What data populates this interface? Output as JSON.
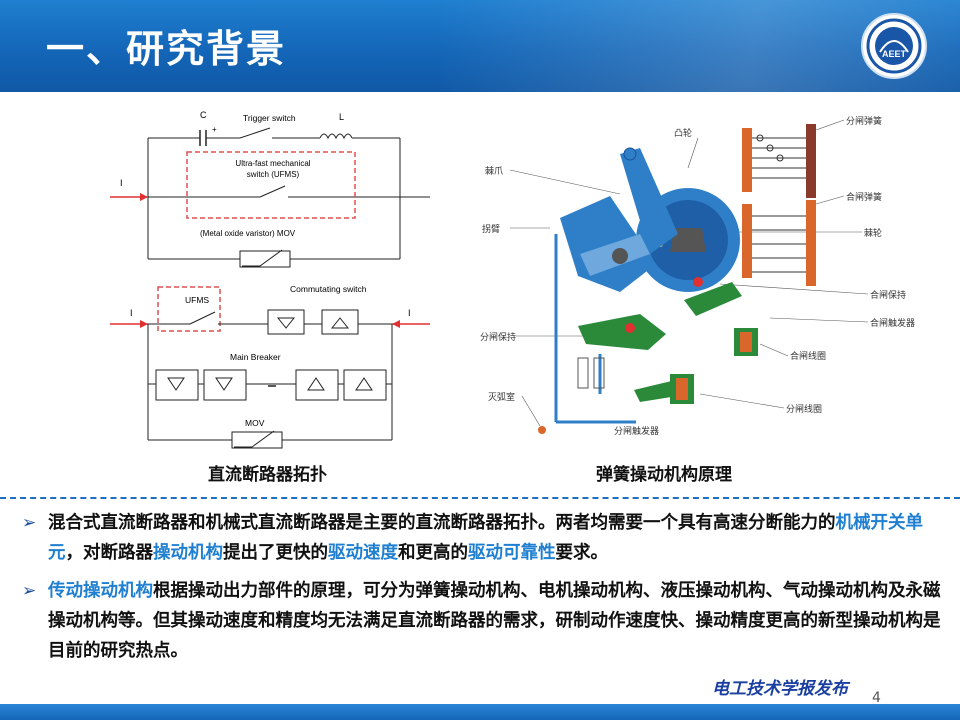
{
  "slide": {
    "title": "一、研究背景",
    "page_number": "4",
    "watermark": "电工技术学报发布"
  },
  "logo": {
    "text": "AEET"
  },
  "left_figure": {
    "caption": "直流断路器拓扑",
    "top_labels": {
      "c": "C",
      "plus": "+",
      "trigger": "Trigger switch",
      "l": "L",
      "ufms": "Ultra-fast mechanical",
      "ufms2": "switch (UFMS)",
      "i": "I",
      "mov": "(Metal oxide varistor) MOV"
    },
    "bottom_labels": {
      "ufms": "UFMS",
      "commutating": "Commutating switch",
      "main_breaker": "Main Breaker",
      "mov": "MOV",
      "i_left": "I",
      "i_right": "I"
    }
  },
  "right_figure": {
    "caption": "弹簧操动机构原理",
    "labels": {
      "cam": "凸轮",
      "pawl": "棘爪",
      "crank": "拐臂",
      "open_hold": "分闸保持",
      "arc_chamber": "灭弧室",
      "open_trigger": "分闸触发器",
      "open_spring": "分闸弹簧",
      "close_spring": "合闸弹簧",
      "ratchet": "棘轮",
      "close_hold": "合闸保持",
      "close_trigger": "合闸触发器",
      "close_coil": "合闸线圈",
      "open_coil": "分闸线圈"
    }
  },
  "bullets": [
    {
      "segments": [
        {
          "text": "混合式直流断路器和机械式直流断路器是主要的直流断路器拓扑。两者均需要一个具有高速分断能力的",
          "hl": false
        },
        {
          "text": "机械开关单元",
          "hl": true
        },
        {
          "text": "，对断路器",
          "hl": false
        },
        {
          "text": "操动机构",
          "hl": true
        },
        {
          "text": "提出了更快的",
          "hl": false
        },
        {
          "text": "驱动速度",
          "hl": true
        },
        {
          "text": "和更高的",
          "hl": false
        },
        {
          "text": "驱动可靠性",
          "hl": true
        },
        {
          "text": "要求。",
          "hl": false
        }
      ]
    },
    {
      "segments": [
        {
          "text": "传动操动机构",
          "hl": true
        },
        {
          "text": "根据操动出力部件的原理，可分为弹簧操动机构、电机操动机构、液压操动机构、气动操动机构及永磁操动机构等。但其操动速度和精度均无法满足直流断路器的需求，研制动作速度快、操动精度更高的新型操动机构是目前的研究热点。",
          "hl": false
        }
      ]
    }
  ],
  "colors": {
    "header_blue": "#1466b8",
    "highlight": "#1f7fd0",
    "mechanism_blue": "#2f7fc8",
    "spring_orange": "#d9662a",
    "ufms_box": "#e05050"
  }
}
